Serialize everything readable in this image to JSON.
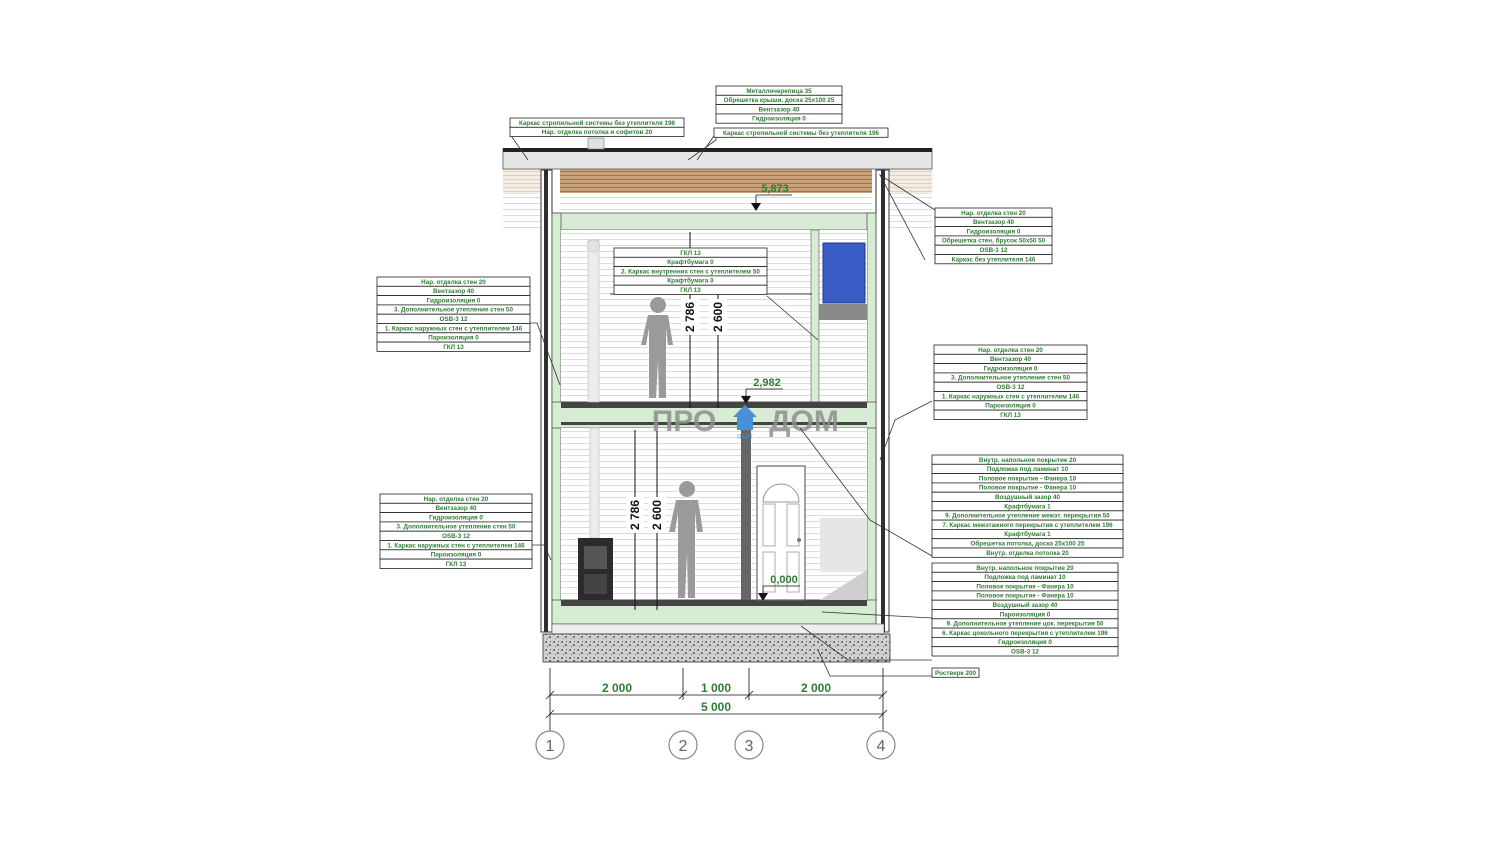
{
  "callouts": {
    "roof_top": [
      "Металлочерепица 35",
      "Обрешетка крыши, доска 25х100 25",
      "Вентзазор 40",
      "Гидроизоляция 0"
    ],
    "roof_left": [
      "Каркас стропильной системы без утеплителя 196",
      "Нар. отделка потолка и софитов 20"
    ],
    "roof_right": [
      "Каркас стропильной системы без утеплителя 196"
    ],
    "gable_right": [
      "Нар. отделка стен 20",
      "Вентзазор 40",
      "Гидроизоляция 0",
      "Обрешетка стен, брусок 50х50 50",
      "OSB-3 12",
      "Каркас без утеплителя 146"
    ],
    "inner_wall": [
      "ГКЛ 13",
      "Крафтбумага 0",
      "2. Каркас внутренних стен с утеплителем 50",
      "Крафтбумага 0",
      "ГКЛ 13"
    ],
    "wall_left_upper": [
      "Нар. отделка стен 20",
      "Вентзазор 40",
      "Гидроизоляция 0",
      "3. Дополнительное утепление стен 50",
      "OSB-3 12",
      "1. Каркас наружных стен с утеплителем 146",
      "Пароизоляция 0",
      "ГКЛ 13"
    ],
    "wall_right_upper": [
      "Нар. отделка стен 20",
      "Вентзазор 40",
      "Гидроизоляция 0",
      "3. Дополнительное утепление стен 50",
      "OSB-3 12",
      "1. Каркас наружных стен с утеплителем 146",
      "Пароизоляция 0",
      "ГКЛ 13"
    ],
    "wall_left_lower": [
      "Нар. отделка стен 20",
      "Вентзазор 40",
      "Гидроизоляция 0",
      "3. Дополнительное утепление стен 50",
      "OSB-3 12",
      "1. Каркас наружных стен с утеплителем 146",
      "Пароизоляция 0",
      "ГКЛ 13"
    ],
    "floor_inter": [
      "Внутр. напольное покрытие 20",
      "Подложка под ламинат 10",
      "Половое покрытие - Фанера 10",
      "Половое покрытие - Фанера 10",
      "Воздушный зазор 40",
      "Крафтбумага 1",
      "9. Дополнительное утепление межэт. перекрытия 50",
      "7. Каркас межэтажного перекрытия с утеплителем 196",
      "Крафтбумага 1",
      "Обрешетка потолка, доска 25х100 25",
      "Внутр. отделка потолка 20"
    ],
    "floor_base": [
      "Внутр. напольное покрытие 20",
      "Подложка под ламинат 10",
      "Половое покрытие - Фанера 10",
      "Половое покрытие - Фанера 10",
      "Воздушный зазор 40",
      "Пароизоляция 0",
      "9. Дополнительное утепление цок. перекрытия 50",
      "6. Каркас цокольного перекрытия с утеплителем 196",
      "Гидроизоляция 0",
      "OSB-3 12"
    ],
    "foundation": [
      "Ростверк 200"
    ]
  },
  "levels": {
    "ridge": "5,873",
    "second_floor": "2,982",
    "ground": "0,000"
  },
  "heights": {
    "upper_total": "2 786",
    "upper_clear": "2 600",
    "lower_total": "2 786",
    "lower_clear": "2 600"
  },
  "spans": {
    "span_1_2": "2 000",
    "span_2_3": "1 000",
    "span_3_4": "2 000",
    "total": "5 000"
  },
  "axes": [
    "1",
    "2",
    "3",
    "4"
  ],
  "logo": {
    "left": "ПРО",
    "right": "ДОМ",
    "sub": "ПАРТ"
  },
  "colors": {
    "label_text": "#2e7d32",
    "frame_green": "#d6ecd3",
    "window_blue": "#3a5cc7",
    "roof_wood": "#b08a63"
  }
}
